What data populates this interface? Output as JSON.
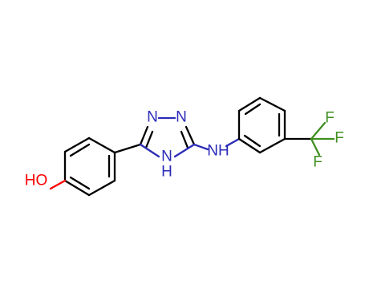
{
  "colors": {
    "carbon_bond": "#000000",
    "nitrogen": "#2b2bb8",
    "oxygen": "#ff0000",
    "fluorine": "#3f8f1f",
    "background": "#ffffff"
  },
  "labels": {
    "hydroxyl": "HO",
    "triazole_n1": "N",
    "triazole_n2": "N",
    "triazole_nh_n": "N",
    "triazole_nh_h": "H",
    "amine": "NH",
    "fluorine_1": "F",
    "fluorine_2": "F",
    "fluorine_3": "F"
  }
}
